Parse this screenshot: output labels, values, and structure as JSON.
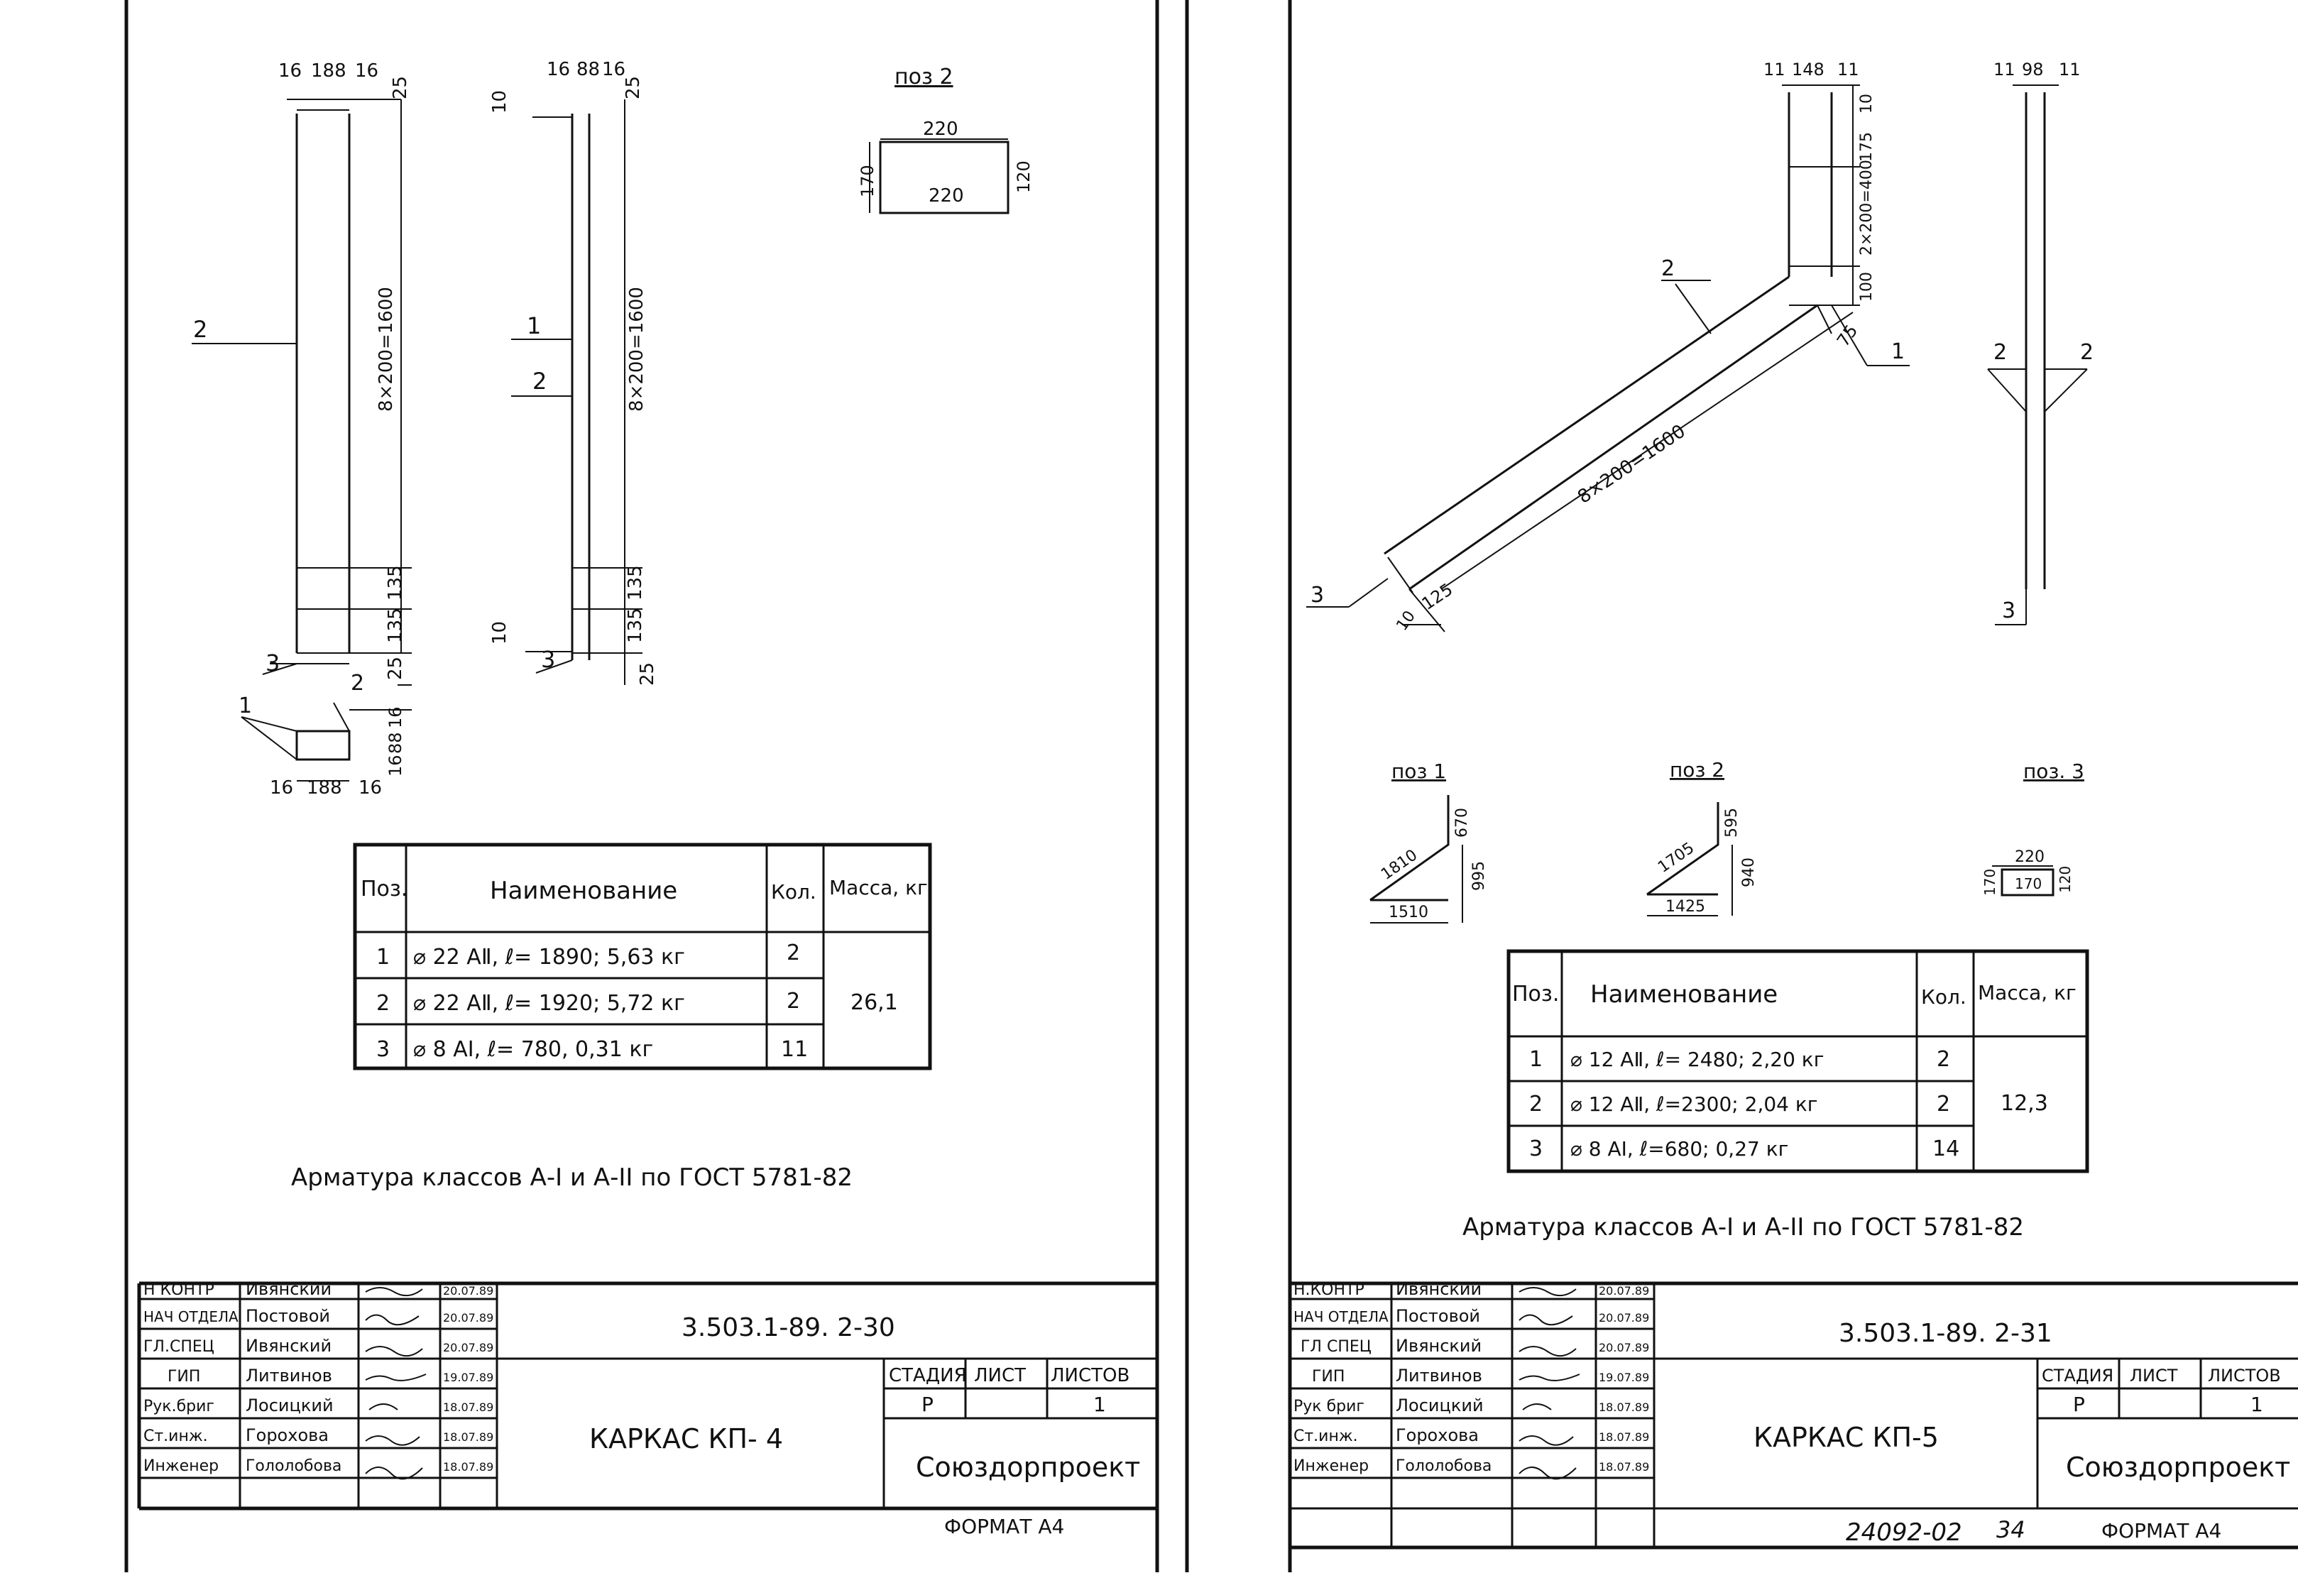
{
  "sheets": [
    {
      "doc_code": "3.503.1-89. 2-30",
      "title": "КАРКАС КП- 4",
      "organization": "Союздорпроект",
      "format_label": "ФОРМАТ А4",
      "stage_header": "СТАДИЯ",
      "sheet_header": "ЛИСТ",
      "sheets_header": "ЛИСТОВ",
      "stage": "Р",
      "sheet": "",
      "sheets": "1",
      "signers": [
        {
          "role": "Н КОНТР",
          "name": "Ивянский",
          "date": "20.07.89"
        },
        {
          "role": "НАЧ ОТДЕЛА",
          "name": "Постовой",
          "date": "20.07.89"
        },
        {
          "role": "ГЛ.СПЕЦ",
          "name": "Ивянский",
          "date": "20.07.89"
        },
        {
          "role": "ГИП",
          "name": "Литвинов",
          "date": "19.07.89"
        },
        {
          "role": "Рук.бриг",
          "name": "Лосицкий",
          "date": "18.07.89"
        },
        {
          "role": "Ст.инж.",
          "name": "Горохова",
          "date": "18.07.89"
        },
        {
          "role": "Инженер",
          "name": "Гололобова",
          "date": "18.07.89"
        }
      ],
      "spec": {
        "headers": {
          "pos": "Поз.",
          "name": "Наименование",
          "qty": "Кол.",
          "mass": "Масса, кг"
        },
        "rows": [
          {
            "pos": "1",
            "name": "⌀ 22 АⅡ, ℓ= 1890;   5,63 кг",
            "qty": "2"
          },
          {
            "pos": "2",
            "name": "⌀ 22 АⅡ, ℓ= 1920;   5,72 кг",
            "qty": "2"
          },
          {
            "pos": "3",
            "name": "⌀ 8 АI, ℓ= 780,     0,31 кг",
            "qty": "11"
          }
        ],
        "total_mass": "26,1"
      },
      "note": "Арматура классов  А-I и А-II  по  ГОСТ  5781-82",
      "dims": {
        "top_a": "16",
        "top_b": "188",
        "top_c": "16",
        "top_d": "25",
        "span_a": "8×200=1600",
        "b135a": "135",
        "b135b": "135",
        "b25": "25",
        "side_a": "16",
        "side_b": "88",
        "side_c": "16",
        "side_d": "25",
        "side_e": "10",
        "span_b": "8×200=1600",
        "s135a": "135",
        "s135b": "135",
        "s25": "25",
        "s10": "10",
        "sec_a": "16",
        "sec_b": "188",
        "sec_c": "16",
        "sec_v1": "16",
        "sec_v2": "88",
        "sec_v3": "16",
        "pos2_title": "поз 2",
        "pos2_top": "220",
        "pos2_bot": "220",
        "pos2_l": "170",
        "pos2_r": "120",
        "call1": "1",
        "call2": "2",
        "call3": "3"
      }
    },
    {
      "doc_code": "3.503.1-89. 2-31",
      "title": "КАРКАС  КП-5",
      "organization": "Союздорпроект",
      "format_label": "ФОРМАТ А4",
      "inventory": "24092-02",
      "page_no": "34",
      "stage_header": "СТАДИЯ",
      "sheet_header": "ЛИСТ",
      "sheets_header": "ЛИСТОВ",
      "stage": "Р",
      "sheet": "",
      "sheets": "1",
      "signers": [
        {
          "role": "Н.КОНТР",
          "name": "Ивянский",
          "date": "20.07.89"
        },
        {
          "role": "НАЧ ОТДЕЛА",
          "name": "Постовой",
          "date": "20.07.89"
        },
        {
          "role": "ГЛ СПЕЦ",
          "name": "Ивянский",
          "date": "20.07.89"
        },
        {
          "role": "ГИП",
          "name": "Литвинов",
          "date": "19.07.89"
        },
        {
          "role": "Рук бриг",
          "name": "Лосицкий",
          "date": "18.07.89"
        },
        {
          "role": "Ст.инж.",
          "name": "Горохова",
          "date": "18.07.89"
        },
        {
          "role": "Инженер",
          "name": "Гололобова",
          "date": "18.07.89"
        }
      ],
      "spec": {
        "headers": {
          "pos": "Поз.",
          "name": "Наименование",
          "qty": "Кол.",
          "mass": "Масса, кг"
        },
        "rows": [
          {
            "pos": "1",
            "name": "⌀ 12 АⅡ, ℓ= 2480;  2,20 кг",
            "qty": "2"
          },
          {
            "pos": "2",
            "name": "⌀ 12 АⅡ, ℓ=2300;  2,04 кг",
            "qty": "2"
          },
          {
            "pos": "3",
            "name": "⌀ 8 АI, ℓ=680;    0,27 кг",
            "qty": "14"
          }
        ],
        "total_mass": "12,3"
      },
      "note": "Арматура  классов  А-I и А-II  по  ГОСТ  5781-82",
      "dims": {
        "top_a": "11",
        "top_b": "148",
        "top_c": "11",
        "top_d": "10",
        "top_e": "175",
        "top_f": "2×200=400",
        "top_g": "100",
        "diag_a": "75",
        "diag_span": "8×200=1600",
        "diag_b": "125",
        "diag_c": "10",
        "side_a": "11",
        "side_b": "98",
        "side_c": "11",
        "pos1_title": "поз 1",
        "p1_a": "1810",
        "p1_b": "670",
        "p1_c": "995",
        "p1_d": "1510",
        "pos2_title": "поз 2",
        "p2_a": "1705",
        "p2_b": "595",
        "p2_c": "940",
        "p2_d": "1425",
        "pos3_title": "поз. 3",
        "p3_top": "220",
        "p3_in": "170",
        "p3_l": "170",
        "p3_r": "120",
        "call1": "1",
        "call2": "2",
        "call3": "3"
      }
    }
  ]
}
